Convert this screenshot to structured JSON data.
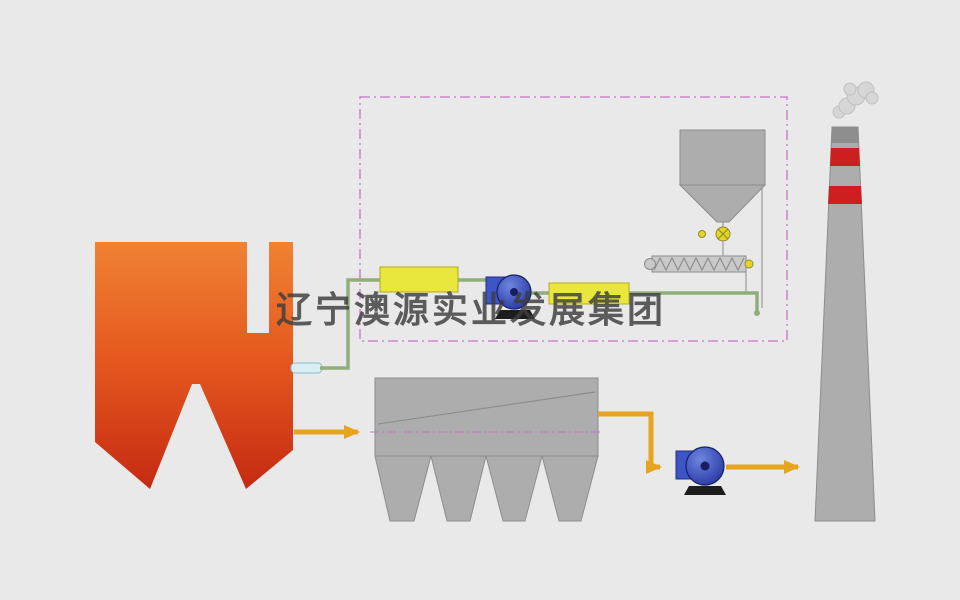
{
  "watermark": {
    "text": "辽宁澳源实业发展集团"
  },
  "colors": {
    "background": "#e9e9e9",
    "boilerTop": "#f08233",
    "boilerMid": "#e4561e",
    "boilerBottom": "#c52a12",
    "fittingBlue": "#d8eef2",
    "fittingBorder": "#8fb8c4",
    "ductGreen": "#8fae7c",
    "equipmentYellow": "#e9e63e",
    "equipmentYellowBorder": "#b2aa16",
    "fanBlue": "#1e2d9c",
    "fanBlueLight": "#6e86e0",
    "fanHousing": "#3c54c4",
    "fanBase": "#1d1d1d",
    "flowYellow": "#e6a41f",
    "boundaryMagenta": "#c873c8",
    "steelGray": "#adadad",
    "steelGrayDark": "#8d8d8d",
    "steelGrayLight": "#c9c9c9",
    "valveYellow": "#e8d522",
    "smokeGray": "#d6d6d6",
    "stackRed": "#cd1f1f",
    "watermarkColor": "#3d3d3d"
  },
  "components": [
    "boiler-furnace",
    "boiler-outlet-fitting",
    "flue-gas-duct",
    "process-unit-a",
    "process-unit-b",
    "booster-fan",
    "sorbent-silo",
    "rotary-feeder-valve",
    "screw-conveyor",
    "system-boundary-box",
    "baghouse-filter",
    "baghouse-hoppers",
    "induced-draft-fan",
    "chimney-stack",
    "stack-smoke",
    "flow-arrows",
    "watermark-text"
  ]
}
